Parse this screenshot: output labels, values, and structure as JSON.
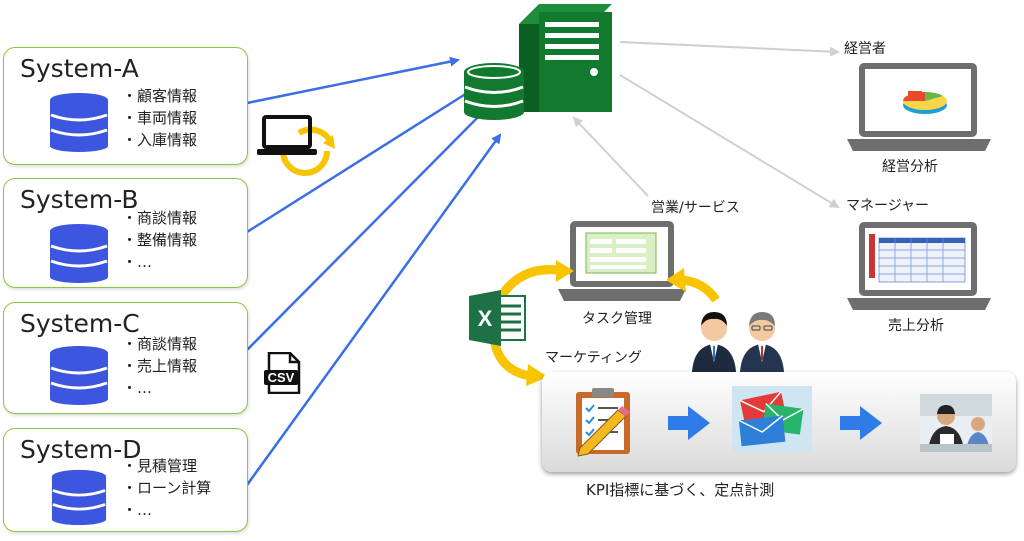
{
  "systems": [
    {
      "title": "System-A",
      "items": [
        "・顧客情報",
        "・車両情報",
        "・入庫情報"
      ]
    },
    {
      "title": "System-B",
      "items": [
        "・商談情報",
        "・整備情報",
        "・…"
      ]
    },
    {
      "title": "System-C",
      "items": [
        "・商談情報",
        "・売上情報",
        "・…"
      ]
    },
    {
      "title": "System-D",
      "items": [
        "・見積管理",
        "・ローン計算",
        "・…"
      ]
    }
  ],
  "labels": {
    "executive": "経営者",
    "executive_analysis": "経営分析",
    "sales_service": "営業/サービス",
    "task_management": "タスク管理",
    "manager": "マネージャー",
    "sales_analysis": "売上分析",
    "marketing": "マーケティング",
    "kpi_caption": "KPI指標に基づく、定点計測",
    "csv_badge": "CSV"
  },
  "colors": {
    "server_green": "#117a2f",
    "arrow_blue": "#3a6fe8",
    "db_blue": "#3d56e0",
    "box_border": "#8cc63f",
    "cycle_yellow": "#f8c400",
    "flow_arrow_blue": "#2f7be8"
  },
  "icons": [
    "database-icon",
    "server-icon",
    "laptop-icon",
    "csv-file-icon",
    "excel-icon",
    "clipboard-checklist-icon",
    "envelopes-icon",
    "business-people-icon",
    "meeting-photo-icon",
    "pie-chart-icon",
    "spreadsheet-icon"
  ]
}
